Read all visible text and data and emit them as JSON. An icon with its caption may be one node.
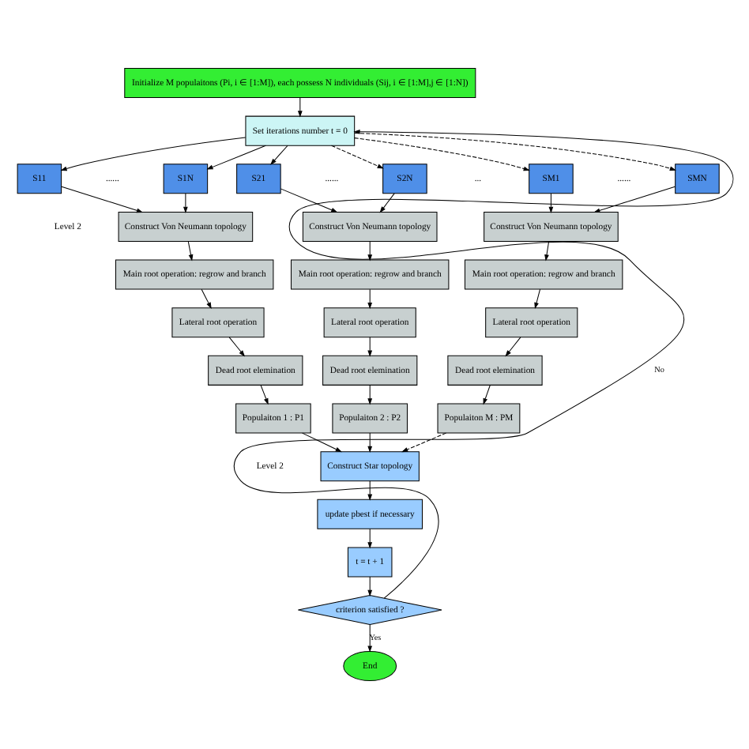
{
  "diagram": {
    "nodes": [
      {
        "text": [
          "Initialize M populaitons (Pi, i ∈ [1:M]), each possess N individuals (Sij, i ∈ [1:M],j ∈ [1:N])"
        ]
      },
      {
        "text": [
          "Set iterations number t = 0"
        ]
      },
      {
        "text": [
          "S11"
        ]
      },
      {
        "text": [
          "S1N"
        ]
      },
      {
        "text": [
          "S21"
        ]
      },
      {
        "text": [
          "S2N"
        ]
      },
      {
        "text": [
          "SM1"
        ]
      },
      {
        "text": [
          "SMN"
        ]
      },
      {
        "text": [
          "Construct Von Neumann topology"
        ]
      },
      {
        "text": [
          "Construct Von Neumann topology"
        ]
      },
      {
        "text": [
          "Construct Von Neumann topology"
        ]
      },
      {
        "text": [
          "Main root operation: regrow and branch"
        ]
      },
      {
        "text": [
          "Main root operation: regrow and branch"
        ]
      },
      {
        "text": [
          "Main root operation: regrow and branch"
        ]
      },
      {
        "text": [
          "Lateral root operation"
        ]
      },
      {
        "text": [
          "Lateral root operation"
        ]
      },
      {
        "text": [
          "Lateral root operation"
        ]
      },
      {
        "text": [
          "Dead root elemination"
        ]
      },
      {
        "text": [
          "Dead root elemination"
        ]
      },
      {
        "text": [
          "Dead root elemination"
        ]
      },
      {
        "text": [
          "Populaiton 1 : P1"
        ]
      },
      {
        "text": [
          "Populaiton 2 : P2"
        ]
      },
      {
        "text": [
          "Populaiton M : PM"
        ]
      },
      {
        "text": [
          "Construct Star topology"
        ]
      },
      {
        "text": [
          "update pbest if necessary"
        ]
      },
      {
        "text": [
          "t = t + 1"
        ]
      },
      {
        "text": [
          "criterion satisfied ?"
        ]
      },
      {
        "text": [
          "End"
        ]
      }
    ],
    "edges": [
      {
        "from": 0,
        "to": 1,
        "arrow": "to"
      },
      {
        "from": 1,
        "to": 2,
        "arrow": "to"
      },
      {
        "from": 1,
        "to": 3,
        "arrow": "to"
      },
      {
        "from": 1,
        "to": 4,
        "arrow": "to"
      },
      {
        "from": 1,
        "to": 5,
        "arrow": "to",
        "style": "dashed"
      },
      {
        "from": 1,
        "to": 6,
        "arrow": "to",
        "style": "dashed"
      },
      {
        "from": 1,
        "to": 7,
        "arrow": "to",
        "style": "dashed"
      },
      {
        "from": 2,
        "to": 8,
        "arrow": "to"
      },
      {
        "from": 3,
        "to": 8,
        "arrow": "to"
      },
      {
        "from": 4,
        "to": 9,
        "arrow": "to"
      },
      {
        "from": 5,
        "to": 9,
        "arrow": "to"
      },
      {
        "from": 6,
        "to": 10,
        "arrow": "to"
      },
      {
        "from": 7,
        "to": 10,
        "arrow": "to"
      },
      {
        "from": 8,
        "to": 11,
        "arrow": "to"
      },
      {
        "from": 9,
        "to": 12,
        "arrow": "to"
      },
      {
        "from": 10,
        "to": 13,
        "arrow": "to"
      },
      {
        "from": 11,
        "to": 14,
        "arrow": "to"
      },
      {
        "from": 12,
        "to": 15,
        "arrow": "to"
      },
      {
        "from": 13,
        "to": 16,
        "arrow": "to"
      },
      {
        "from": 14,
        "to": 17,
        "arrow": "to"
      },
      {
        "from": 15,
        "to": 18,
        "arrow": "to"
      },
      {
        "from": 16,
        "to": 19,
        "arrow": "to"
      },
      {
        "from": 17,
        "to": 20,
        "arrow": "to"
      },
      {
        "from": 18,
        "to": 21,
        "arrow": "to"
      },
      {
        "from": 19,
        "to": 22,
        "arrow": "to"
      },
      {
        "from": 20,
        "to": 23,
        "arrow": "to"
      },
      {
        "from": 21,
        "to": 23,
        "arrow": "to"
      },
      {
        "from": 22,
        "to": 23,
        "arrow": "to",
        "style": "dashed"
      },
      {
        "from": 23,
        "to": 24,
        "arrow": "to"
      },
      {
        "from": 24,
        "to": 25,
        "arrow": "to"
      },
      {
        "from": 25,
        "to": 26,
        "arrow": "to"
      },
      {
        "from": 26,
        "to": 27,
        "arrow": "to",
        "label": "Yes"
      },
      {
        "from": 26,
        "to": 1,
        "arrow": "to",
        "label": "No"
      }
    ],
    "labels": [
      "Level 2",
      "......",
      "......",
      "...",
      "......",
      "Level 2"
    ]
  }
}
